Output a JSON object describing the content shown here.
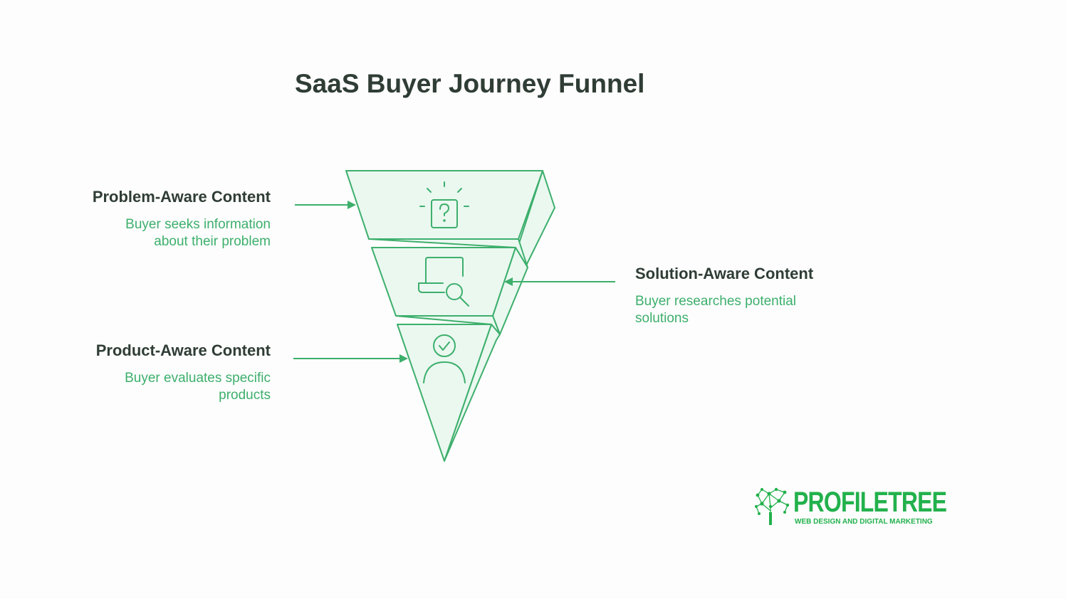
{
  "title": "SaaS Buyer Journey Funnel",
  "colors": {
    "stroke": "#3daf6c",
    "fill": "#eaf8f0",
    "heading": "#2f3d35",
    "accent": "#3daf6c",
    "logo": "#22b14c"
  },
  "stages": [
    {
      "heading": "Problem-Aware Content",
      "description": "Buyer seeks information about their problem",
      "icon": "question-lightbulb-icon"
    },
    {
      "heading": "Solution-Aware Content",
      "description": "Buyer researches potential solutions",
      "icon": "laptop-search-icon"
    },
    {
      "heading": "Product-Aware Content",
      "description": "Buyer evaluates specific products",
      "icon": "user-check-icon"
    }
  ],
  "logo": {
    "name": "PROFILETREE",
    "tagline": "WEB DESIGN AND DIGITAL MARKETING",
    "icon": "tree-network-icon"
  }
}
